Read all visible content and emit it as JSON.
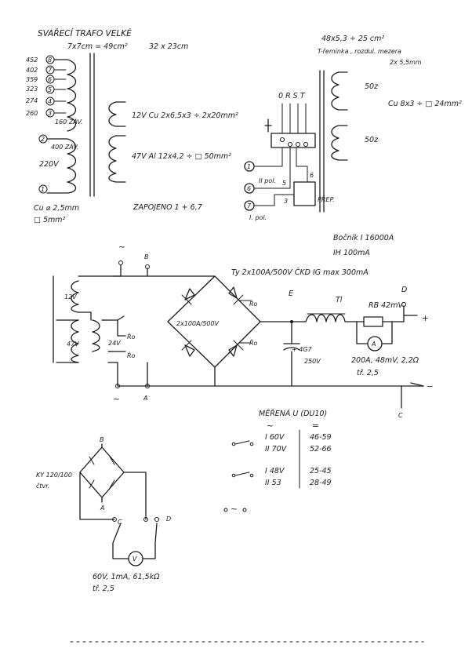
{
  "title": "SVAŘECÍ TRAFO VELKÉ",
  "core_main": "7x7cm = 49cm²",
  "core_size": "32 x 23cm",
  "primary_taps": [
    "452",
    "402",
    "359",
    "323",
    "274",
    "260"
  ],
  "tap_numbers": [
    "8",
    "7",
    "6",
    "5",
    "4",
    "3",
    "2",
    "1"
  ],
  "primary_turns_upper": "160 ZÁV.",
  "primary_turns_lower": "400 ZÁV.",
  "primary_voltage": "220V",
  "primary_wire": "Cu ⌀ 2,5mm",
  "primary_wire_area": "□ 5mm²",
  "sec_12v": "12V  Cu  2x6,5x3 ÷ 2x20mm²",
  "sec_47v": "47V  Al  12x4,2 ÷ □ 50mm²",
  "connection_note": "ZAPOJENO 1 + 6,7",
  "core_right": "48x5,3 ÷ 25 cm²",
  "core_right_note": "T-řemínka , rozdul. mezera",
  "core_right_gap": "2x 5,5mm",
  "coil_right_turns_1": "50z",
  "coil_right_turns_2": "50z",
  "coil_right_wire": "Cu 8x3 ÷ □ 24mm²",
  "rst_label": "0 R S T",
  "switch_t1": "1",
  "switch_t6": "6",
  "switch_t7": "7",
  "switch_pol2": "II pol.",
  "switch_pol1": "I. pol.",
  "switch_5": "5",
  "switch_3": "3",
  "switch_6b": "6",
  "switch_prep": "PŘEP.",
  "shunt_note": "Bočník I 16000A",
  "ih_note": "IH  100mA",
  "thyristor_note": "Ty  2x100A/500V  ČKD  IG max 300mA",
  "tilde_top": "~",
  "label_b": "B",
  "label_e": "E",
  "label_d": "D",
  "label_12v": "12V",
  "label_47v": "47V",
  "label_24v": "24V",
  "label_ro": "Řo",
  "diode_note": "2x100A/500V",
  "inductor_label": "Tl",
  "shunt_label": "RB 42mV",
  "cap_label": "+ 4G7",
  "cap_voltage": "250V",
  "ammeter_symbol": "A",
  "ammeter_note": "200A, 48mV, 2,2Ω",
  "ammeter_note2": "tř. 2,5",
  "plus_sign": "+",
  "minus_sign": "−",
  "tilde_bottom": "~",
  "label_a": "A",
  "label_c": "C",
  "table_title": "MĚŘENÁ U (DU10)",
  "table_ac_symbol": "~",
  "table_dc_symbol": "=",
  "table_rows": [
    {
      "range": "I 60V",
      "dc": "46-59"
    },
    {
      "range": "II 70V",
      "dc": "52-66"
    },
    {
      "range": "I 48V",
      "dc": "25-45"
    },
    {
      "range": "II 53",
      "dc": "28-49"
    }
  ],
  "bridge_note": "KY 120/100",
  "bridge_note2": "čtvr.",
  "bridge_b": "B",
  "bridge_a": "A",
  "bridge_c": "C",
  "bridge_d": "D",
  "voltmeter_symbol": "V",
  "voltmeter_note": "60V, 1mA, 61,5kΩ",
  "voltmeter_note2": "tř. 2,5",
  "free_tilde": "~"
}
